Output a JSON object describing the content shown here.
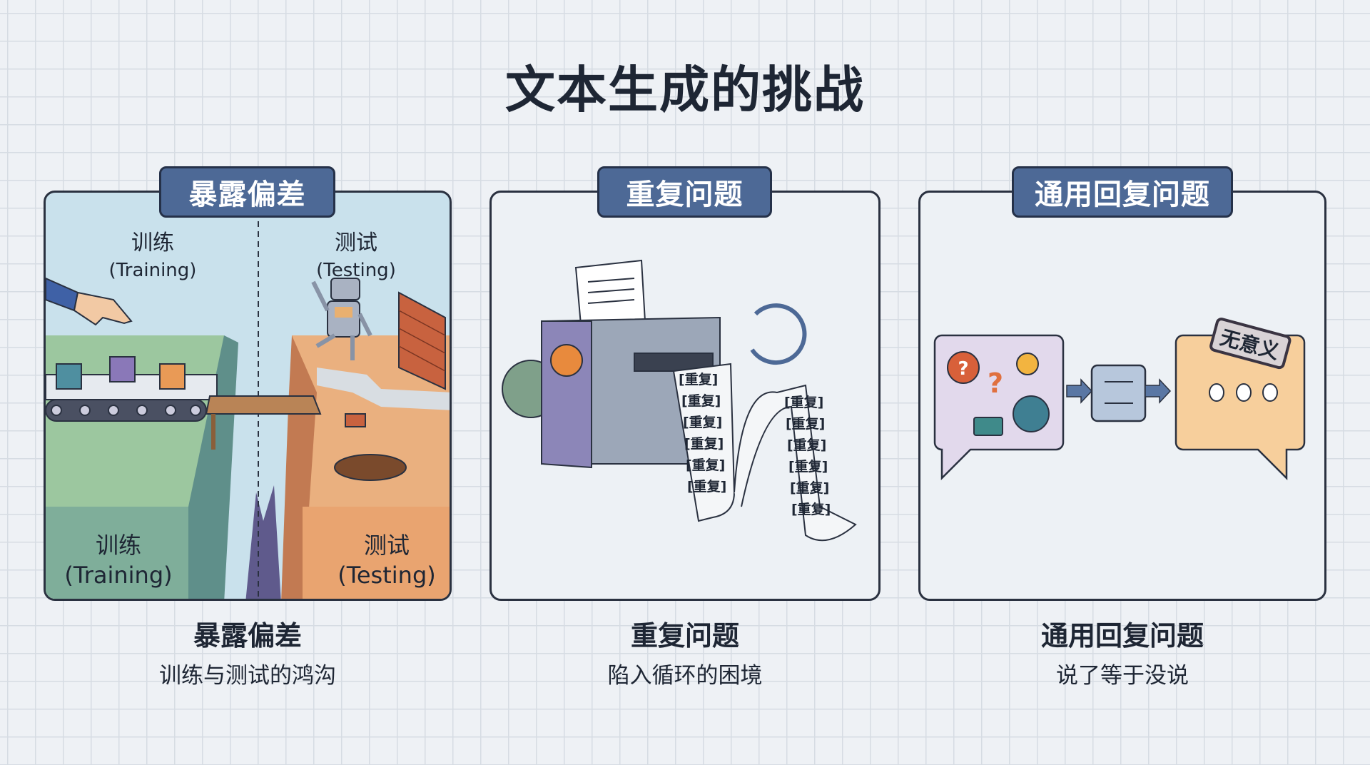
{
  "title": "文本生成的挑战",
  "panels": [
    {
      "badge": "暴露偏差",
      "caption_title": "暴露偏差",
      "caption_sub": "训练与测试的鸿沟",
      "labels": {
        "train_top": "训练",
        "train_top_en": "(Training)",
        "test_top": "测试",
        "test_top_en": "(Testing)",
        "train_bottom": "训练",
        "train_bottom_en": "(Training)",
        "test_bottom": "测试",
        "test_bottom_en": "(Testing)"
      }
    },
    {
      "badge": "重复问题",
      "caption_title": "重复问题",
      "caption_sub": "陷入循环的困境",
      "repeat_word": "[重复]"
    },
    {
      "badge": "通用回复问题",
      "caption_title": "通用回复问题",
      "caption_sub": "说了等于没说",
      "stamp": "无意义"
    }
  ]
}
